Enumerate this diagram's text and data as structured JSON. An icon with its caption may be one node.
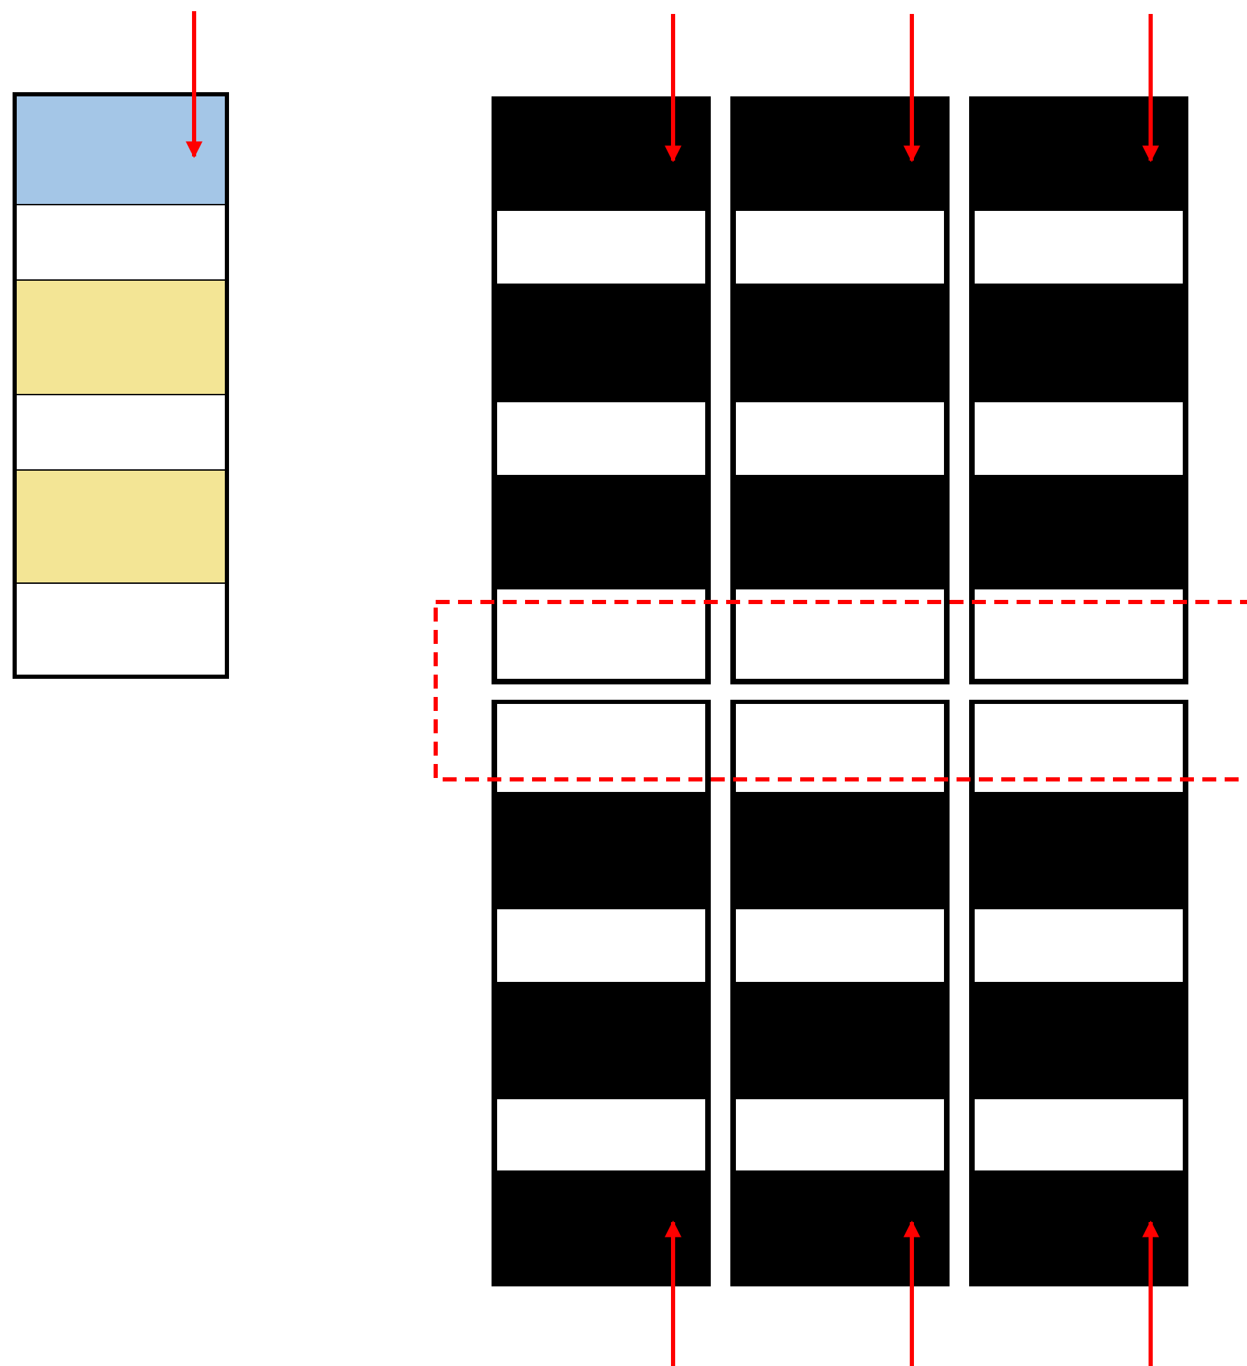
{
  "diagram": {
    "nodes": [
      {
        "text": [],
        "shape": "box"
      },
      {
        "text": [],
        "shape": "box"
      },
      {
        "text": [],
        "shape": "box"
      },
      {
        "text": [],
        "shape": "box"
      },
      {
        "text": [],
        "shape": "box"
      },
      {
        "text": [],
        "shape": "box"
      },
      {
        "text": [],
        "shape": "box"
      }
    ],
    "edges": [
      {
        "from": null,
        "to": 0,
        "arrow": "to",
        "color": "#ff0000"
      },
      {
        "from": null,
        "to": 1,
        "arrow": "to",
        "color": "#ff0000"
      },
      {
        "from": null,
        "to": 2,
        "arrow": "to",
        "color": "#ff0000"
      },
      {
        "from": null,
        "to": 3,
        "arrow": "to",
        "color": "#ff0000"
      },
      {
        "from": null,
        "to": 4,
        "arrow": "to",
        "color": "#ff0000"
      },
      {
        "from": null,
        "to": 5,
        "arrow": "to",
        "color": "#ff0000"
      },
      {
        "from": null,
        "to": 6,
        "arrow": "to",
        "color": "#ff0000"
      }
    ]
  }
}
